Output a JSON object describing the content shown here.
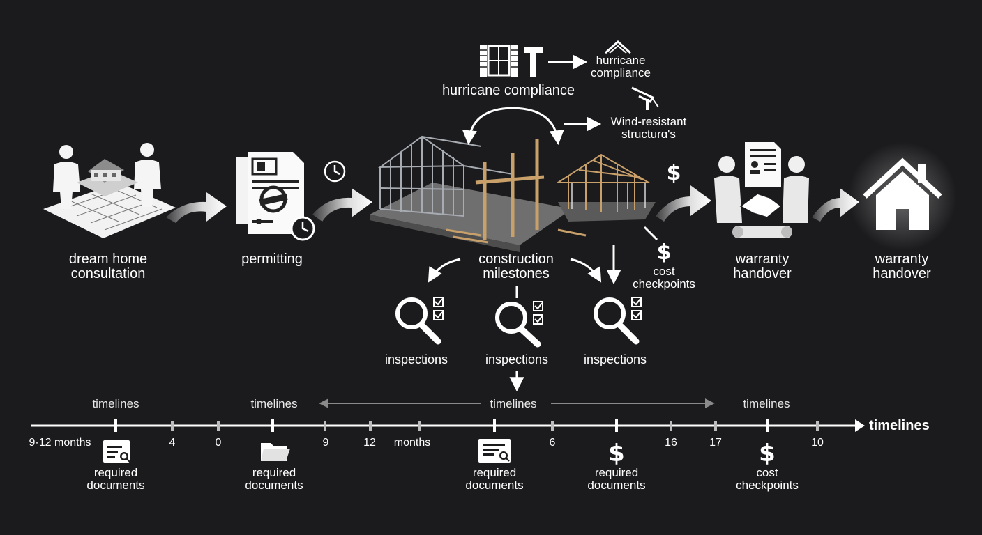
{
  "colors": {
    "background": "#1b1b1d",
    "foreground": "#ffffff",
    "steel_frame": "#9a9ea5",
    "wood_frame": "#c9a06a",
    "timeline_gray": "#8a8a8a"
  },
  "stages": [
    {
      "id": "consultation",
      "label_lines": [
        "dream home",
        "consultation"
      ],
      "icon": "consultation-icon"
    },
    {
      "id": "permitting",
      "label_lines": [
        "permitting"
      ],
      "icon": "permit-document-icon"
    },
    {
      "id": "construction",
      "label_lines": [
        "construction",
        "milestones"
      ],
      "icon": "house-framing-icon"
    },
    {
      "id": "warranty1",
      "label_lines": [
        "warranty",
        "handover"
      ],
      "icon": "handshake-icon"
    },
    {
      "id": "warranty2",
      "label_lines": [
        "warranty",
        "handover"
      ],
      "icon": "home-icon"
    }
  ],
  "hurricane": {
    "main_label": "hurricane compliance",
    "side_label_lines": [
      "hurricane",
      "compliance"
    ],
    "wind_label_lines": [
      "Wind-resistant",
      "structurɑ's"
    ]
  },
  "cost_checkpoint_top": [
    "cost",
    "checkpoints"
  ],
  "inspections": [
    "inspections",
    "inspections",
    "inspections"
  ],
  "timeline": {
    "label_above": [
      "timelines",
      "timelines",
      "timelines",
      "timelines"
    ],
    "end_label": "timelines",
    "ticks": [
      "9-12 months",
      "4",
      "0",
      "9",
      "12",
      "months",
      "6",
      "16",
      "17",
      "10"
    ],
    "markers": [
      {
        "icon": "document-search-icon",
        "label_lines": [
          "required",
          "documents"
        ]
      },
      {
        "icon": "folder-icon",
        "label_lines": [
          "required",
          "documents"
        ]
      },
      {
        "icon": "document-search-icon",
        "label_lines": [
          "required",
          "documents"
        ]
      },
      {
        "icon": "dollar-icon",
        "label_lines": [
          "required",
          "documents"
        ]
      },
      {
        "icon": "dollar-icon",
        "label_lines": [
          "cost",
          "checkpoints"
        ]
      }
    ]
  }
}
